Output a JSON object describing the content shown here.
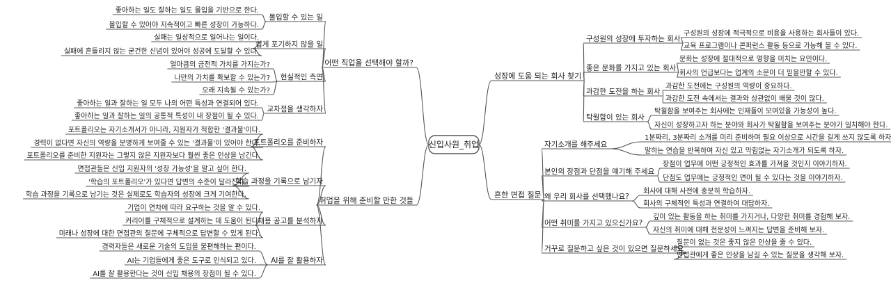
{
  "root": {
    "label": "신입사원_취업"
  },
  "left": [
    {
      "label": "어떤 직업을 선택해야 할까?",
      "children": [
        {
          "label": "몰입할 수 있는 일",
          "children": [
            {
              "label": "좋아하는 일도 잘하는 일도 몰입을 기반으로 한다."
            },
            {
              "label": "몰입할 수 있어야 지속적이고 빠른 성장이 가능하다."
            }
          ]
        },
        {
          "label": "쉽게 포기하지 않을 일",
          "children": [
            {
              "label": "실패는 일상적으로 일어나는 일이다."
            },
            {
              "label": "실패에 흔들리지 않는 굳건한 신념이 있어야 성공에 도달할 수 있다."
            }
          ]
        },
        {
          "label": "현실적인 측면",
          "children": [
            {
              "label": "얼마큼의 금전적 가치를 가지는가?"
            },
            {
              "label": "나만의 가치를 확보할 수 있는가?"
            },
            {
              "label": "오래 지속될 수 있는가?"
            }
          ]
        },
        {
          "label": "교차점을 생각하자",
          "children": [
            {
              "label": "좋아하는 일과 잘하는 일 모두 나의 어떤 특성과 연결되어 있다."
            },
            {
              "label": "좋아하는 일과 잘하는 일의 공통적 특성이 내 장점이 될 수 있다."
            }
          ]
        }
      ]
    },
    {
      "label": "취업을 위해 준비할 만한 것들",
      "children": [
        {
          "label": "포트폴리오를 준비하자",
          "children": [
            {
              "label": "포트폴리오는 자기소개서가 아니라, 지원자가 적합한 '결과물'이다."
            },
            {
              "label": "경력이 없다면 자신의 역량을 분명하게 보여줄 수 있는 '결과물'이 있어야 한다."
            },
            {
              "label": "포트폴리오를 준비한 지원자는 그렇지 않은 지원자보다 훨씬 좋은 인상을 남긴다."
            }
          ]
        },
        {
          "label": "학습 과정을 기록으로 남기자",
          "children": [
            {
              "label": "면접관들은 신입 지원자의 '성장 가능성'을 알고 싶어 한다."
            },
            {
              "label": "'학습의 포트폴리오'가 있다면 답변의 수준이 달라진다."
            },
            {
              "label": "학습 과정을 기록으로 남기는 것은 실제로도 학습자의 성장에 크게 기여한다."
            }
          ]
        },
        {
          "label": "채용 공고를 분석하자",
          "children": [
            {
              "label": "기업이 연차에 따라 요구하는 것을 알 수 있다."
            },
            {
              "label": "커리어를 구체적으로 설계하는 데 도움이 된다."
            },
            {
              "label": "미래나 성장에 대한 면접관의 질문에 구체적으로 답변할 수 있게 된다."
            }
          ]
        },
        {
          "label": "AI를 잘 활용하자",
          "children": [
            {
              "label": "경력자들은 새로운 기술의 도입을 불편해하는 편이다."
            },
            {
              "label": "AI는 기업들에게 좋은 도구로 인식되고 있다."
            },
            {
              "label": "AI를 잘 활용한다는 것이 신입 채용의 장점이 될 수 있다."
            }
          ]
        }
      ]
    }
  ],
  "right": [
    {
      "label": "성장에 도움 되는 회사 찾기",
      "children": [
        {
          "label": "구성원의 성장에 투자하는 회사",
          "children": [
            {
              "label": "구성원의 성장에 적극적으로 비용을 사용하는 회사들이 있다."
            },
            {
              "label": "교육 프로그램이나 콘퍼런스 활동 등으로 가능해 볼 수 있다."
            }
          ]
        },
        {
          "label": "좋은 문화를 가지고 있는 회사",
          "children": [
            {
              "label": "문화는 성장에 절대적으로 영향을 미치는 요인이다."
            },
            {
              "label": "회사의 언급보다는 업계의 소문이 더 믿을만할 수 있다."
            }
          ]
        },
        {
          "label": "과감한 도전을 하는 회사",
          "children": [
            {
              "label": "과감한 도전에는 구성원의 역량이 중요하다."
            },
            {
              "label": "과감한 도전 속에서는 결과와 상관없이 배울 것이 많다."
            }
          ]
        },
        {
          "label": "탁월함이 있는 회사",
          "children": [
            {
              "label": "탁월함을 보여주는 회사에는 인재들이 모여있을 가능성이 높다."
            },
            {
              "label": "자신이 성장하고자 하는 분야와 회사가 탁월함을 보여주는 분야가 일치해야 한다."
            }
          ]
        }
      ]
    },
    {
      "label": "흔한 면접 질문",
      "children": [
        {
          "label": "자기소개를 해주세요",
          "children": [
            {
              "label": "1분짜리, 3분짜리 소개를 미리 준비하며 필요 이상으로 시간을 길게 쓰지 않도록 하자."
            },
            {
              "label": "말하는 연습을 반복하여 자신 있고 막힘없는 자기소개가 되도록 하자."
            }
          ]
        },
        {
          "label": "본인의 장점과 단점을 얘기해 주세요",
          "children": [
            {
              "label": "장점이 업무에 어떤 긍정적인 효과를 가져올 것인지 이야기하자."
            },
            {
              "label": "단점도 업무에는 긍정적인 면이 될 수 있다는 것을 이야기하자."
            }
          ]
        },
        {
          "label": "왜 우리 회사를 선택했나요?",
          "children": [
            {
              "label": "회사에 대해 사전에 충분히 학습하자."
            },
            {
              "label": "회사의 구체적인 특성과 연결하여 대답하자."
            }
          ]
        },
        {
          "label": "어떤 취미를 가지고 있으신가요?",
          "children": [
            {
              "label": "깊이 있는 활동을 하는 취미를 가지거나, 다양한 취미를 경험해 보자."
            },
            {
              "label": "자신의 취미에 대해 전문성이 느껴지는 답변을 준비해 보자."
            }
          ]
        },
        {
          "label": "거꾸로 질문하고 싶은 것이 있으면 질문하세요",
          "children": [
            {
              "label": "질문이 없는 것은 좋지 않은 인상을 줄 수 있다."
            },
            {
              "label": "면접관에게 좋은 인상을 남길 수 있는 질문을 생각해 보자."
            }
          ]
        }
      ]
    }
  ]
}
